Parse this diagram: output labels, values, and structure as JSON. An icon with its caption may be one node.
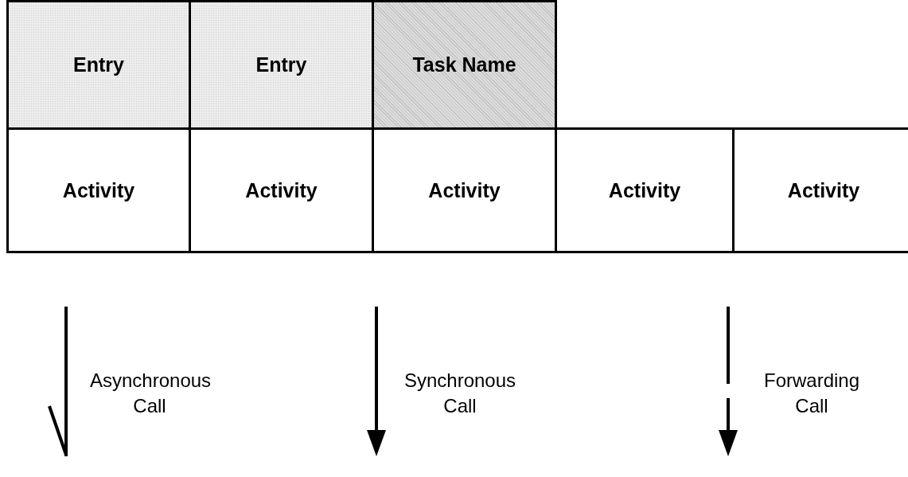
{
  "diagram": {
    "nodes": [
      {
        "text": [
          "Entry"
        ]
      },
      {
        "text": [
          "Entry"
        ]
      },
      {
        "text": [
          "Task Name"
        ]
      },
      {
        "text": [
          "Activity"
        ]
      },
      {
        "text": [
          "Activity"
        ]
      },
      {
        "text": [
          "Activity"
        ]
      },
      {
        "text": [
          "Activity"
        ]
      },
      {
        "text": [
          "Activity"
        ]
      }
    ],
    "legend": [
      {
        "text": "Asynchronous Call"
      },
      {
        "text": "Synchronous Call"
      },
      {
        "text": "Forwarding Call"
      }
    ]
  }
}
